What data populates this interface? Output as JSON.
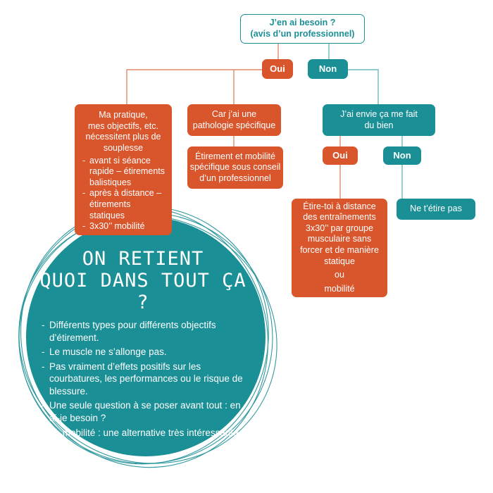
{
  "top_question": [
    "J’en ai besoin ?",
    "(avis d’un professionnel)"
  ],
  "oui_label": "Oui",
  "non_label": "Non",
  "practice": {
    "head": [
      "Ma pratique,",
      "mes objectifs, etc.",
      "nécessitent plus de",
      "souplesse"
    ],
    "items": [
      "avant si séance rapide – étirements balistiques",
      "après à distance – étirements statiques",
      "3x30’’ mobilité"
    ]
  },
  "pathology": [
    "Car j’ai une",
    "pathologie spécifique"
  ],
  "pathology_advice": [
    "Étirement et mobilité",
    "spécifique sous conseil",
    "d’un professionnel"
  ],
  "feel_good": [
    "J’ai envie ça me fait",
    "du bien"
  ],
  "feel_oui": "Oui",
  "feel_non": "Non",
  "stretch_advice": [
    "Étire-toi à distance",
    "des entraînements",
    "3x30’’ par groupe",
    "musculaire sans",
    "forcer et de manière",
    "statique",
    "ou",
    "mobilité"
  ],
  "no_stretch": "Ne t’étire pas",
  "takeaway": {
    "title": [
      "ON RETIENT",
      "QUOI DANS TOUT ÇA ?"
    ],
    "items": [
      "Différents types pour différents objectifs d’étirement.",
      "Le muscle ne s’allonge pas.",
      "Pas vraiment d’effets positifs sur les courbatures, les performances ou le risque de blessure.",
      "Une seule question à se poser avant tout : en ai-je besoin ?",
      "La mobilité : une alternative très intéressante."
    ]
  },
  "colors": {
    "orange": "#d9552c",
    "teal": "#1b8f96",
    "line_orange": "#e08a6a",
    "line_teal": "#6cb8bc"
  }
}
